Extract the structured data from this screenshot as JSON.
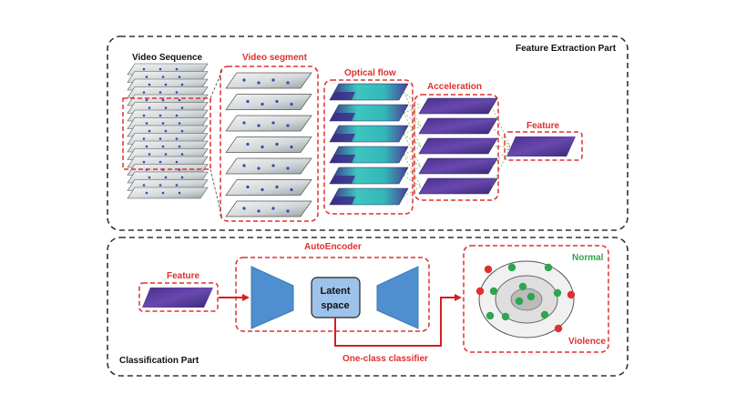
{
  "feature_extraction": {
    "panel_title": "Feature Extraction Part",
    "video_sequence_label": "Video Sequence",
    "video_segment_label": "Video segment",
    "optical_flow_label": "Optical flow",
    "acceleration_label": "Acceleration",
    "feature_label": "Feature"
  },
  "classification": {
    "panel_title": "Classification  Part",
    "feature_label": "Feature",
    "autoencoder_label": "AutoEncoder",
    "latent_line1": "Latent",
    "latent_line2": "space",
    "classifier_label": "One-class classifier",
    "normal_label": "Normal",
    "violence_label": "Violence"
  },
  "colors": {
    "red_dashed": "#e0302e",
    "label_red": "#e0302e",
    "normal_green": "#2ea64c",
    "latent_fill": "#9ec3ea",
    "encoder_blue": "#4f8fd0",
    "arrow_red": "#d42020",
    "frame_gray": "#c8cdd0",
    "flow_teal": "#3ec6c0",
    "flow_purple": "#4a2f8c",
    "accel_purple": "#5a3da0"
  }
}
